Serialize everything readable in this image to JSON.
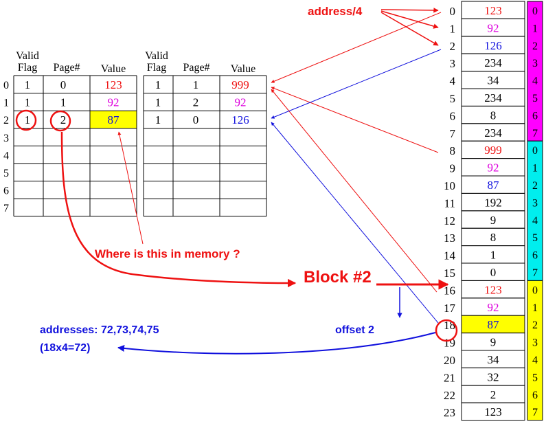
{
  "colors": {
    "red": "#ee1111",
    "magenta": "#dd00dd",
    "blue": "#1010dd",
    "black": "#000000",
    "highlight": "#ffff00",
    "block0": "#ff00ff",
    "block1": "#00eeee",
    "block2": "#ffff00"
  },
  "labels": {
    "address_div4": "address/4",
    "where_question": "Where is this in memory ?",
    "block_label": "Block #2",
    "offset_label": "offset 2",
    "addresses_line1": "addresses: 72,73,74,75",
    "addresses_line2": "(18x4=72)"
  },
  "page_table_1": {
    "headers": [
      "Valid",
      "Flag",
      "Page#",
      "Value"
    ],
    "row_indices": [
      "0",
      "1",
      "2",
      "3",
      "4",
      "5",
      "6",
      "7"
    ],
    "rows": [
      {
        "valid": "1",
        "page": "0",
        "value": "123",
        "color": "red"
      },
      {
        "valid": "1",
        "page": "1",
        "value": "92",
        "color": "magenta"
      },
      {
        "valid": "1",
        "page": "2",
        "value": "87",
        "color": "blue",
        "highlight": true
      },
      {
        "valid": "",
        "page": "",
        "value": "",
        "color": "black"
      },
      {
        "valid": "",
        "page": "",
        "value": "",
        "color": "black"
      },
      {
        "valid": "",
        "page": "",
        "value": "",
        "color": "black"
      },
      {
        "valid": "",
        "page": "",
        "value": "",
        "color": "black"
      },
      {
        "valid": "",
        "page": "",
        "value": "",
        "color": "black"
      }
    ]
  },
  "page_table_2": {
    "headers": [
      "Valid",
      "Flag",
      "Page#",
      "Value"
    ],
    "rows": [
      {
        "valid": "1",
        "page": "1",
        "value": "999",
        "color": "red"
      },
      {
        "valid": "1",
        "page": "2",
        "value": "92",
        "color": "magenta"
      },
      {
        "valid": "1",
        "page": "0",
        "value": "126",
        "color": "blue"
      },
      {
        "valid": "",
        "page": "",
        "value": "",
        "color": "black"
      },
      {
        "valid": "",
        "page": "",
        "value": "",
        "color": "black"
      },
      {
        "valid": "",
        "page": "",
        "value": "",
        "color": "black"
      },
      {
        "valid": "",
        "page": "",
        "value": "",
        "color": "black"
      },
      {
        "valid": "",
        "page": "",
        "value": "",
        "color": "black"
      }
    ]
  },
  "memory": [
    {
      "addr": "0",
      "value": "123",
      "color": "red"
    },
    {
      "addr": "1",
      "value": "92",
      "color": "magenta"
    },
    {
      "addr": "2",
      "value": "126",
      "color": "blue"
    },
    {
      "addr": "3",
      "value": "234",
      "color": "black"
    },
    {
      "addr": "4",
      "value": "34",
      "color": "black"
    },
    {
      "addr": "5",
      "value": "234",
      "color": "black"
    },
    {
      "addr": "6",
      "value": "8",
      "color": "black"
    },
    {
      "addr": "7",
      "value": "234",
      "color": "black"
    },
    {
      "addr": "8",
      "value": "999",
      "color": "red"
    },
    {
      "addr": "9",
      "value": "92",
      "color": "magenta"
    },
    {
      "addr": "10",
      "value": "87",
      "color": "blue"
    },
    {
      "addr": "11",
      "value": "192",
      "color": "black"
    },
    {
      "addr": "12",
      "value": "9",
      "color": "black"
    },
    {
      "addr": "13",
      "value": "8",
      "color": "black"
    },
    {
      "addr": "14",
      "value": "1",
      "color": "black"
    },
    {
      "addr": "15",
      "value": "0",
      "color": "black"
    },
    {
      "addr": "16",
      "value": "123",
      "color": "red"
    },
    {
      "addr": "17",
      "value": "92",
      "color": "magenta"
    },
    {
      "addr": "18",
      "value": "87",
      "color": "blue",
      "highlight": true
    },
    {
      "addr": "19",
      "value": "9",
      "color": "black"
    },
    {
      "addr": "20",
      "value": "34",
      "color": "black"
    },
    {
      "addr": "21",
      "value": "32",
      "color": "black"
    },
    {
      "addr": "22",
      "value": "2",
      "color": "black"
    },
    {
      "addr": "23",
      "value": "123",
      "color": "black"
    }
  ],
  "offsets": [
    "0",
    "1",
    "2",
    "3",
    "4",
    "5",
    "6",
    "7"
  ]
}
